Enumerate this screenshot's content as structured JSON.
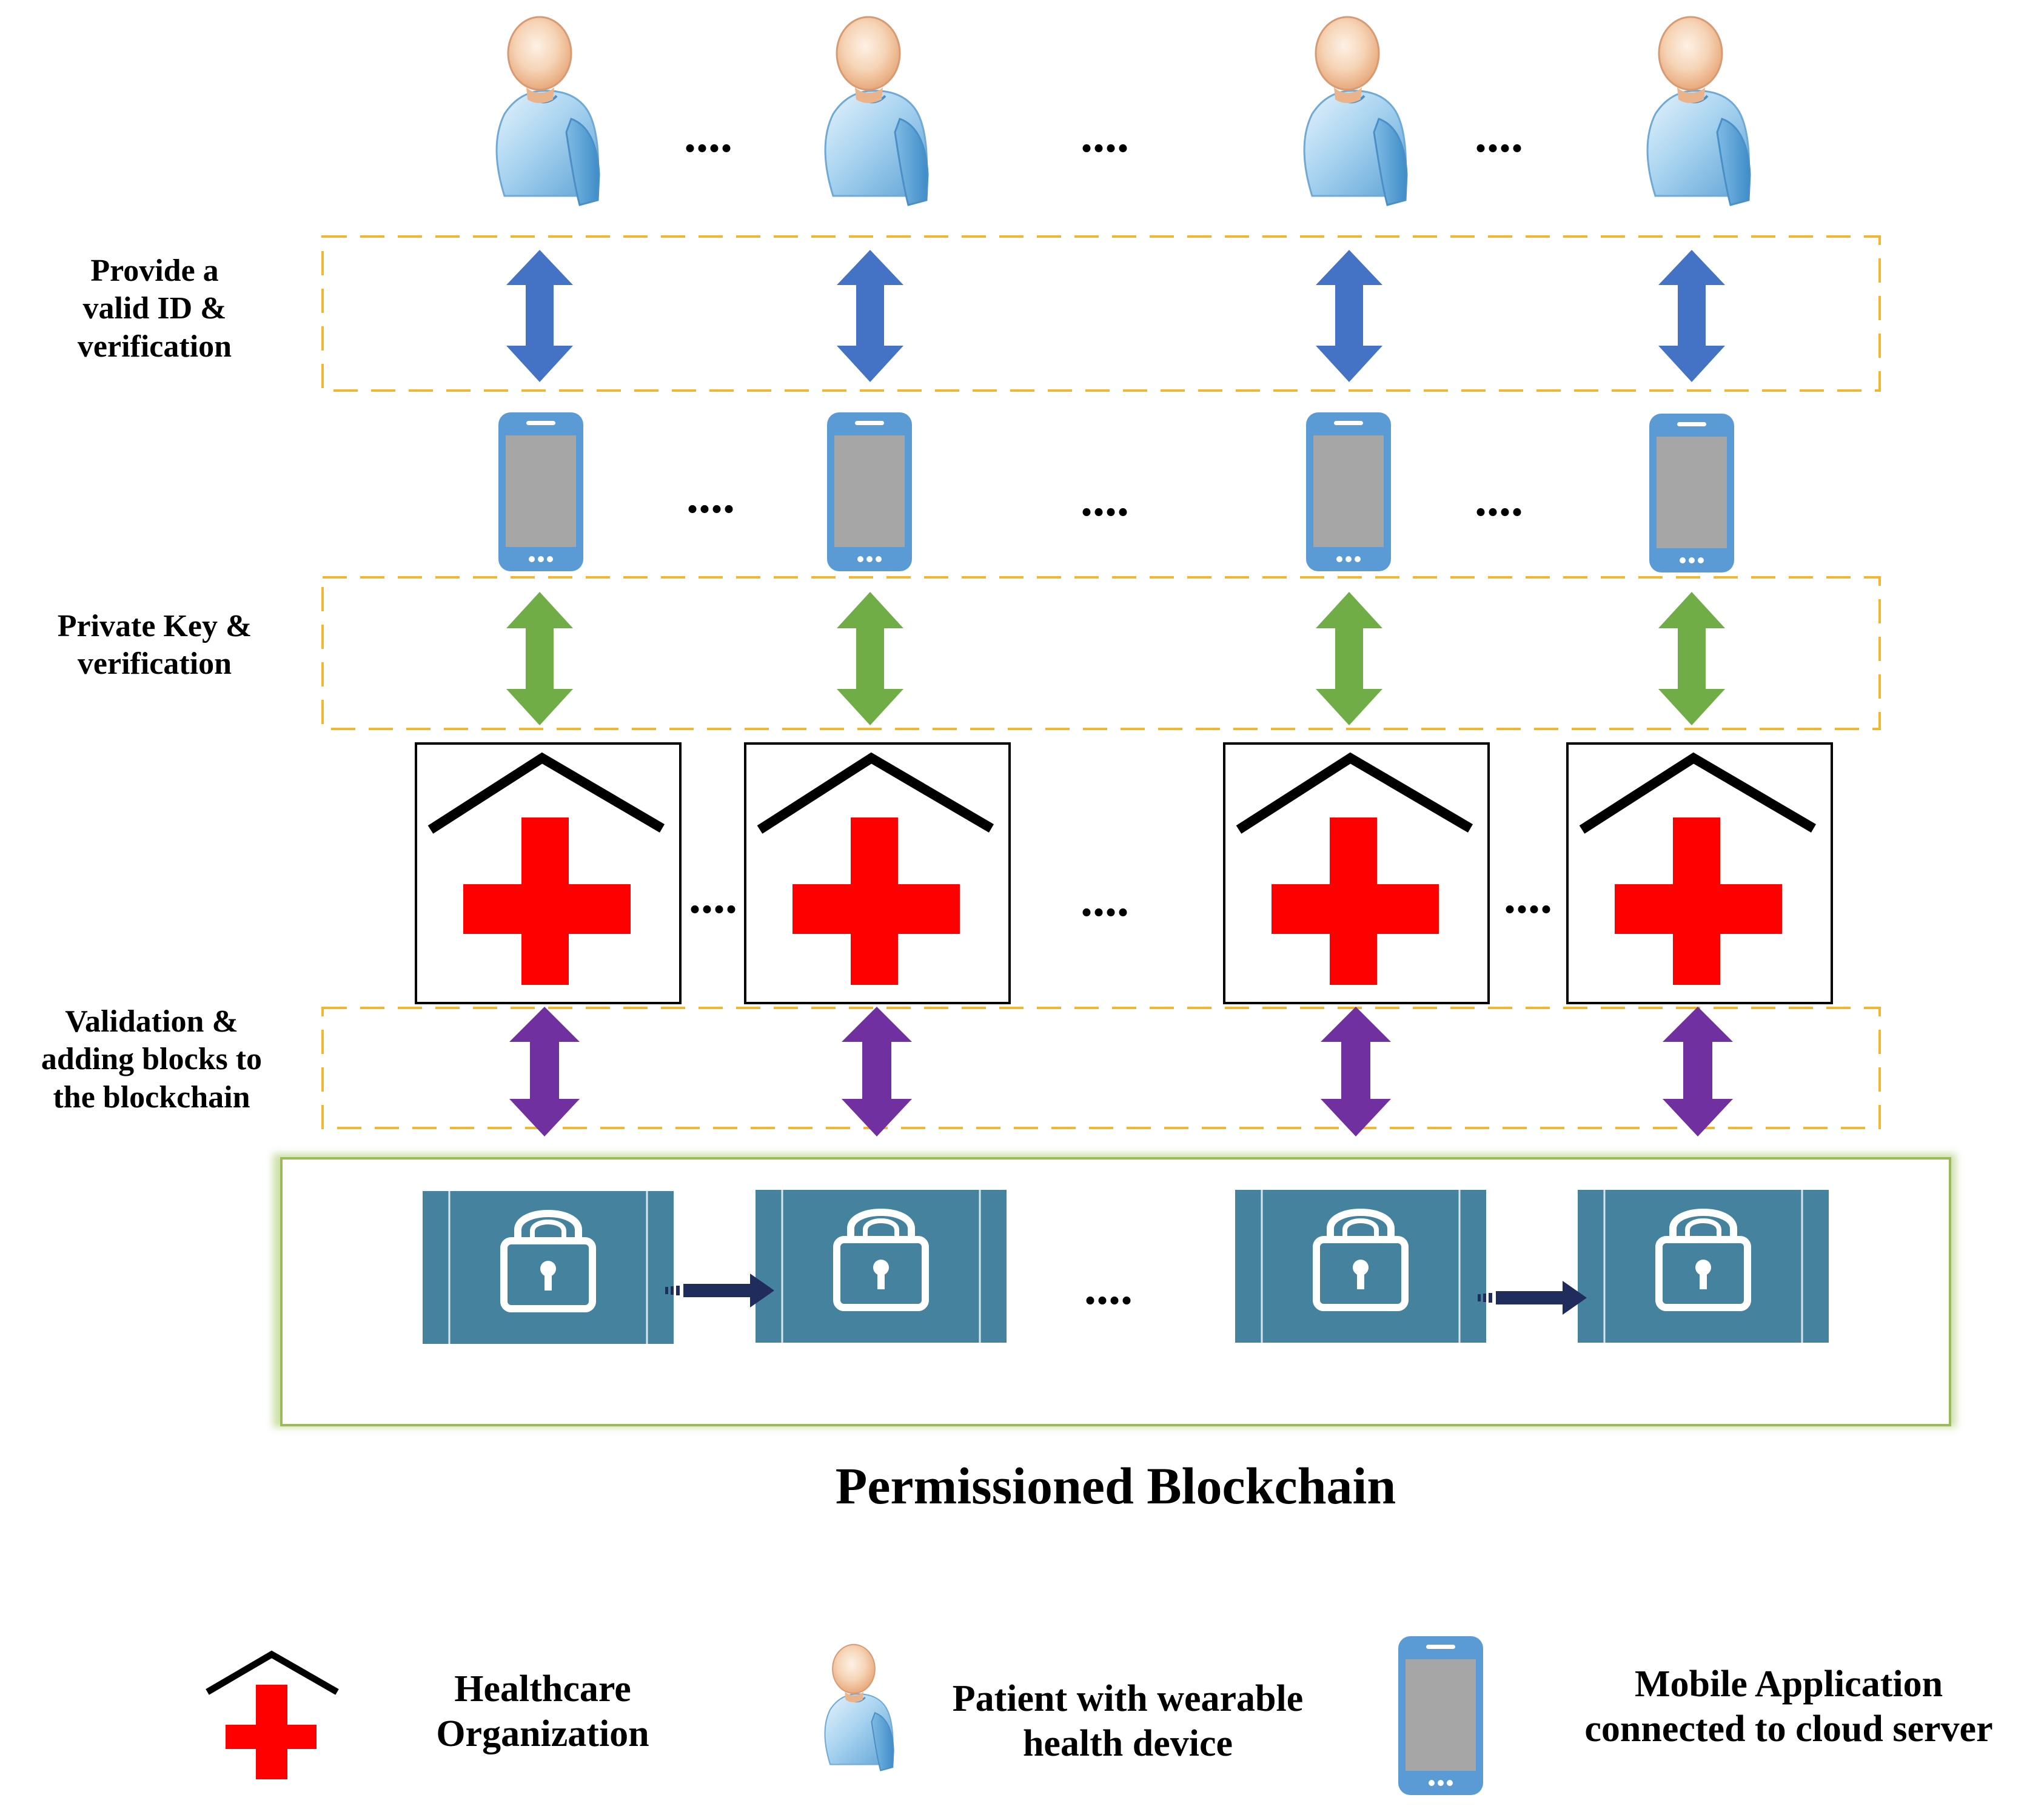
{
  "labels": {
    "layer1": [
      "Provide a",
      "valid ID &",
      "verification"
    ],
    "layer2": [
      "Private Key &",
      "verification"
    ],
    "layer3": [
      "Validation &",
      "adding blocks to",
      "the blockchain"
    ]
  },
  "title": "Permissioned Blockchain",
  "ellipsis": "....",
  "legend": {
    "healthcare": [
      "Healthcare",
      "Organization"
    ],
    "patient": [
      "Patient with wearable",
      "health device"
    ],
    "mobile": [
      "Mobile Application",
      "connected to cloud server"
    ]
  },
  "colors": {
    "blue_arrow": "#4472C4",
    "green_arrow": "#70AD47",
    "purple_arrow": "#7030A0",
    "dashed_border": "#F2B630",
    "block_fill": "#45829E",
    "phone_body": "#5B9BD5",
    "phone_screen": "#A6A6A6",
    "cross": "#FF0000",
    "chain_frame": "#9BBB59"
  },
  "icons": [
    "patient-icon",
    "phone-icon",
    "hospital-icon",
    "lock-icon",
    "chain-arrow-icon"
  ]
}
